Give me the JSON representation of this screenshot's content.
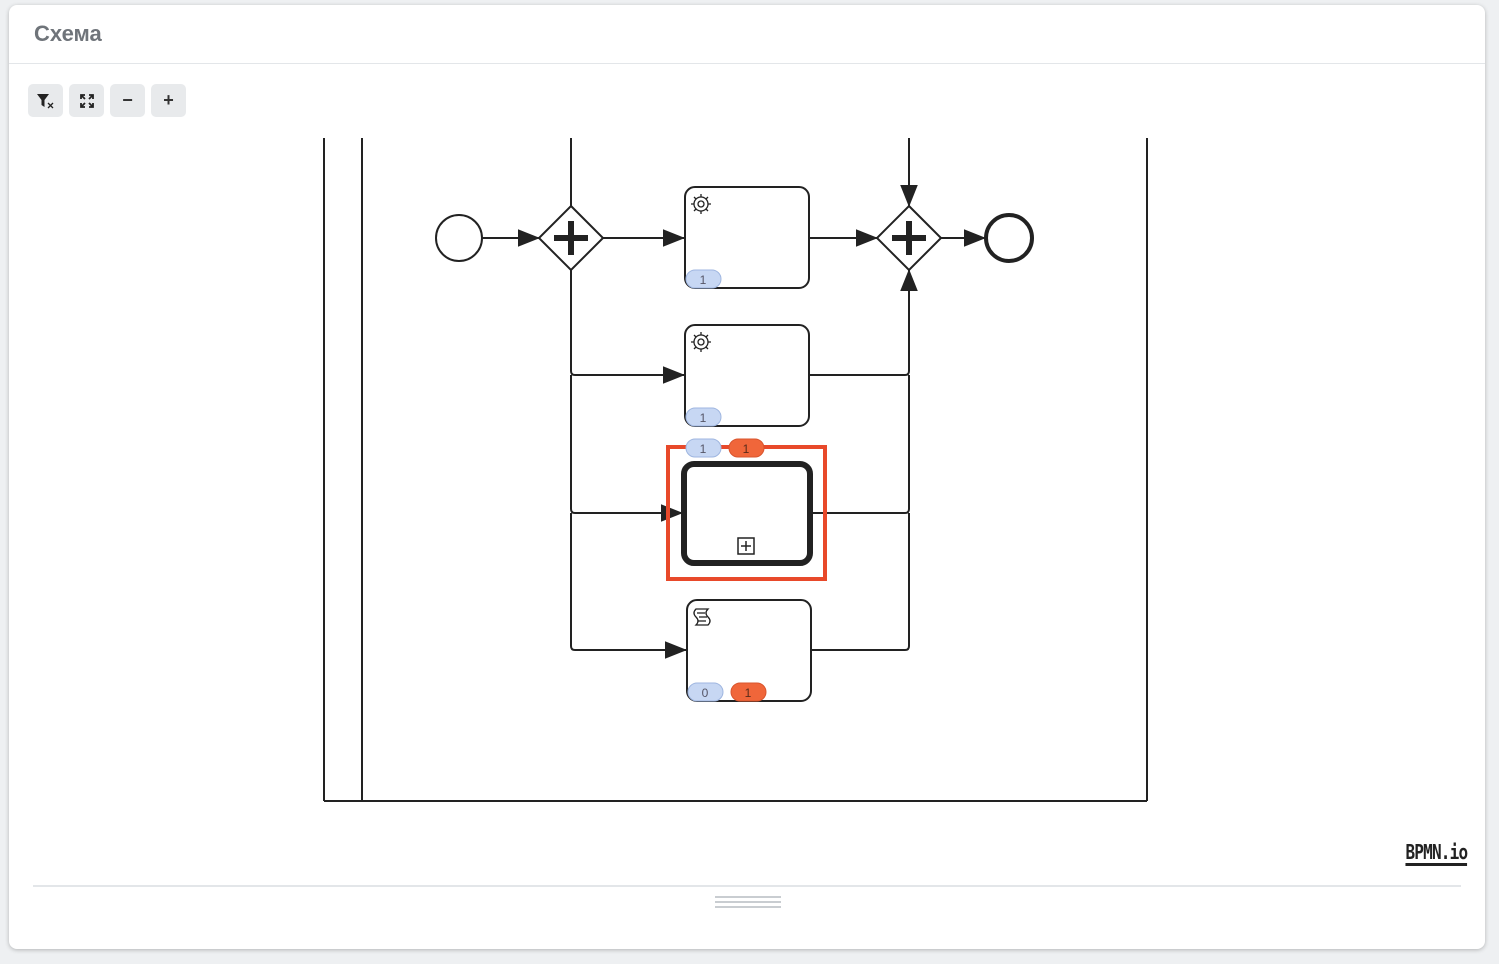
{
  "panel": {
    "title": "Схема"
  },
  "toolbar": {
    "buttons": [
      {
        "name": "clear-filter",
        "icon": "filter-clear-icon",
        "label": ""
      },
      {
        "name": "fit-viewport",
        "icon": "fullscreen-icon",
        "label": ""
      },
      {
        "name": "zoom-out",
        "icon": "minus-icon",
        "label": "−"
      },
      {
        "name": "zoom-in",
        "icon": "plus-icon",
        "label": "+"
      }
    ]
  },
  "diagram": {
    "tasks": [
      {
        "type": "service-task",
        "icon": "gear-icon",
        "badges": [
          {
            "value": "1",
            "kind": "active"
          }
        ]
      },
      {
        "type": "service-task",
        "icon": "gear-icon",
        "badges": [
          {
            "value": "1",
            "kind": "active"
          }
        ]
      },
      {
        "type": "call-activity",
        "icon": "subprocess-marker-icon",
        "selected": true,
        "badges": [
          {
            "value": "1",
            "kind": "active"
          },
          {
            "value": "1",
            "kind": "incident"
          }
        ]
      },
      {
        "type": "script-task",
        "icon": "script-icon",
        "badges": [
          {
            "value": "0",
            "kind": "active"
          },
          {
            "value": "1",
            "kind": "incident"
          }
        ]
      }
    ],
    "colors": {
      "badge_active": "#c7d7f3",
      "badge_incident": "#f0663a",
      "selection": "#e8492a",
      "stroke": "#222222"
    }
  },
  "watermark": {
    "text": "BPMN.io"
  }
}
